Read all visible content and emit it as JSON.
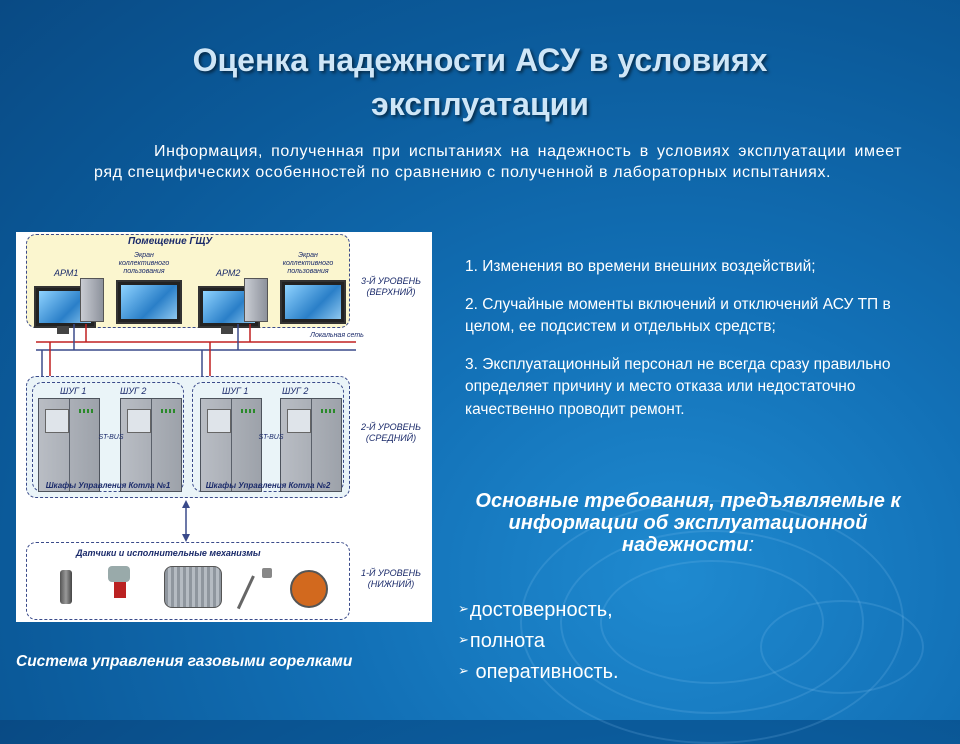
{
  "slide": {
    "title": "Оценка надежности АСУ в условиях эксплуатации",
    "intro": "Информация, полученная при испытаниях на надежность в условиях эксплуатации имеет ряд специфических особенностей по сравнению с полученной в лабораторных испытаниях.",
    "list_items": [
      "1. Изменения во времени внешних воздействий;",
      "2.  Случайные моменты включений и отключений АСУ ТП в целом, ее подсистем и отдельных средств;",
      "3. Эксплуатационный персонал не всегда сразу правильно определяет причину и место отказа или недостаточно качественно проводит ремонт."
    ],
    "requirements_heading": "Основные требования, предъявляемые к информации об эксплуатационной надежности",
    "requirements_colon": ":",
    "bullets": [
      "достоверность,",
      "полнота",
      " оперативность."
    ],
    "bullet_marker": "➢",
    "caption": "Система управления газовыми горелками"
  },
  "diagram": {
    "top_zone_title": "Помещение ГЩУ",
    "arm1": "АРМ1",
    "arm2": "АРМ2",
    "screen_label": "Экран коллективного пользования",
    "level3": "3-Й УРОВЕНЬ (ВЕРХНИЙ)",
    "local_net": "Локальная сеть",
    "shug1": "ШУГ 1",
    "shug2": "ШУГ 2",
    "st_bus": "ST-BUS",
    "level2": "2-Й УРОВЕНЬ (СРЕДНИЙ)",
    "boiler1": "Шкафы Управления Котла №1",
    "boiler2": "Шкафы Управления Котла №2",
    "sensors": "Датчики и исполнительные механизмы",
    "level1": "1-Й УРОВЕНЬ (НИЖНИЙ)"
  },
  "colors": {
    "background": "#1270b6",
    "title": "#cfe6f7",
    "diagram_line": "#3a4a8a",
    "net_red": "#c02020"
  }
}
